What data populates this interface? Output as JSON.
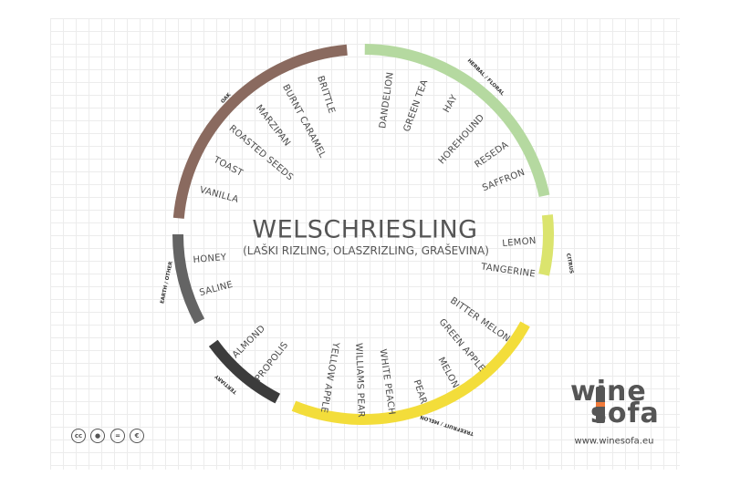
{
  "title": "WELSCHRIESLING",
  "subtitle": "(LAŠKI RIZLING, OLASZRIZLING, GRAŠEVINA)",
  "categories": [
    {
      "name": "OAK",
      "color": "#8a6a5f",
      "descriptors": [
        "BRITTLE",
        "BURNT CARAMEL",
        "MARZIPAN",
        "ROASTED SEEDS",
        "TOAST",
        "VANILLA"
      ]
    },
    {
      "name": "HERBAL / FLORAL",
      "color": "#b5d9a0",
      "descriptors": [
        "DANDELION",
        "GREEN TEA",
        "HAY",
        "HOREHOUND",
        "RESEDA",
        "SAFFRON"
      ]
    },
    {
      "name": "CITRUS",
      "color": "#dbe46e",
      "descriptors": [
        "LEMON",
        "TANGERINE"
      ]
    },
    {
      "name": "TREEFRUIT / MELON",
      "color": "#f3dd3a",
      "descriptors": [
        "BITTER MELON",
        "GREEN APPLE",
        "MELON",
        "PEAR",
        "WHITE PEACH",
        "WILLIAMS PEAR",
        "YELLOW APPLE"
      ]
    },
    {
      "name": "TERTIARY",
      "color": "#3c3c3c",
      "descriptors": [
        "ALMOND",
        "PROPOLIS"
      ]
    },
    {
      "name": "EARTH / OTHER",
      "color": "#646464",
      "descriptors": [
        "HONEY",
        "SALINE"
      ]
    }
  ],
  "logo": {
    "line1": "wine",
    "line2": "sofa",
    "accent": "#f07a3a"
  },
  "url": "www.winesofa.eu",
  "license_icons": [
    "cc",
    "by",
    "nd",
    "nc"
  ]
}
